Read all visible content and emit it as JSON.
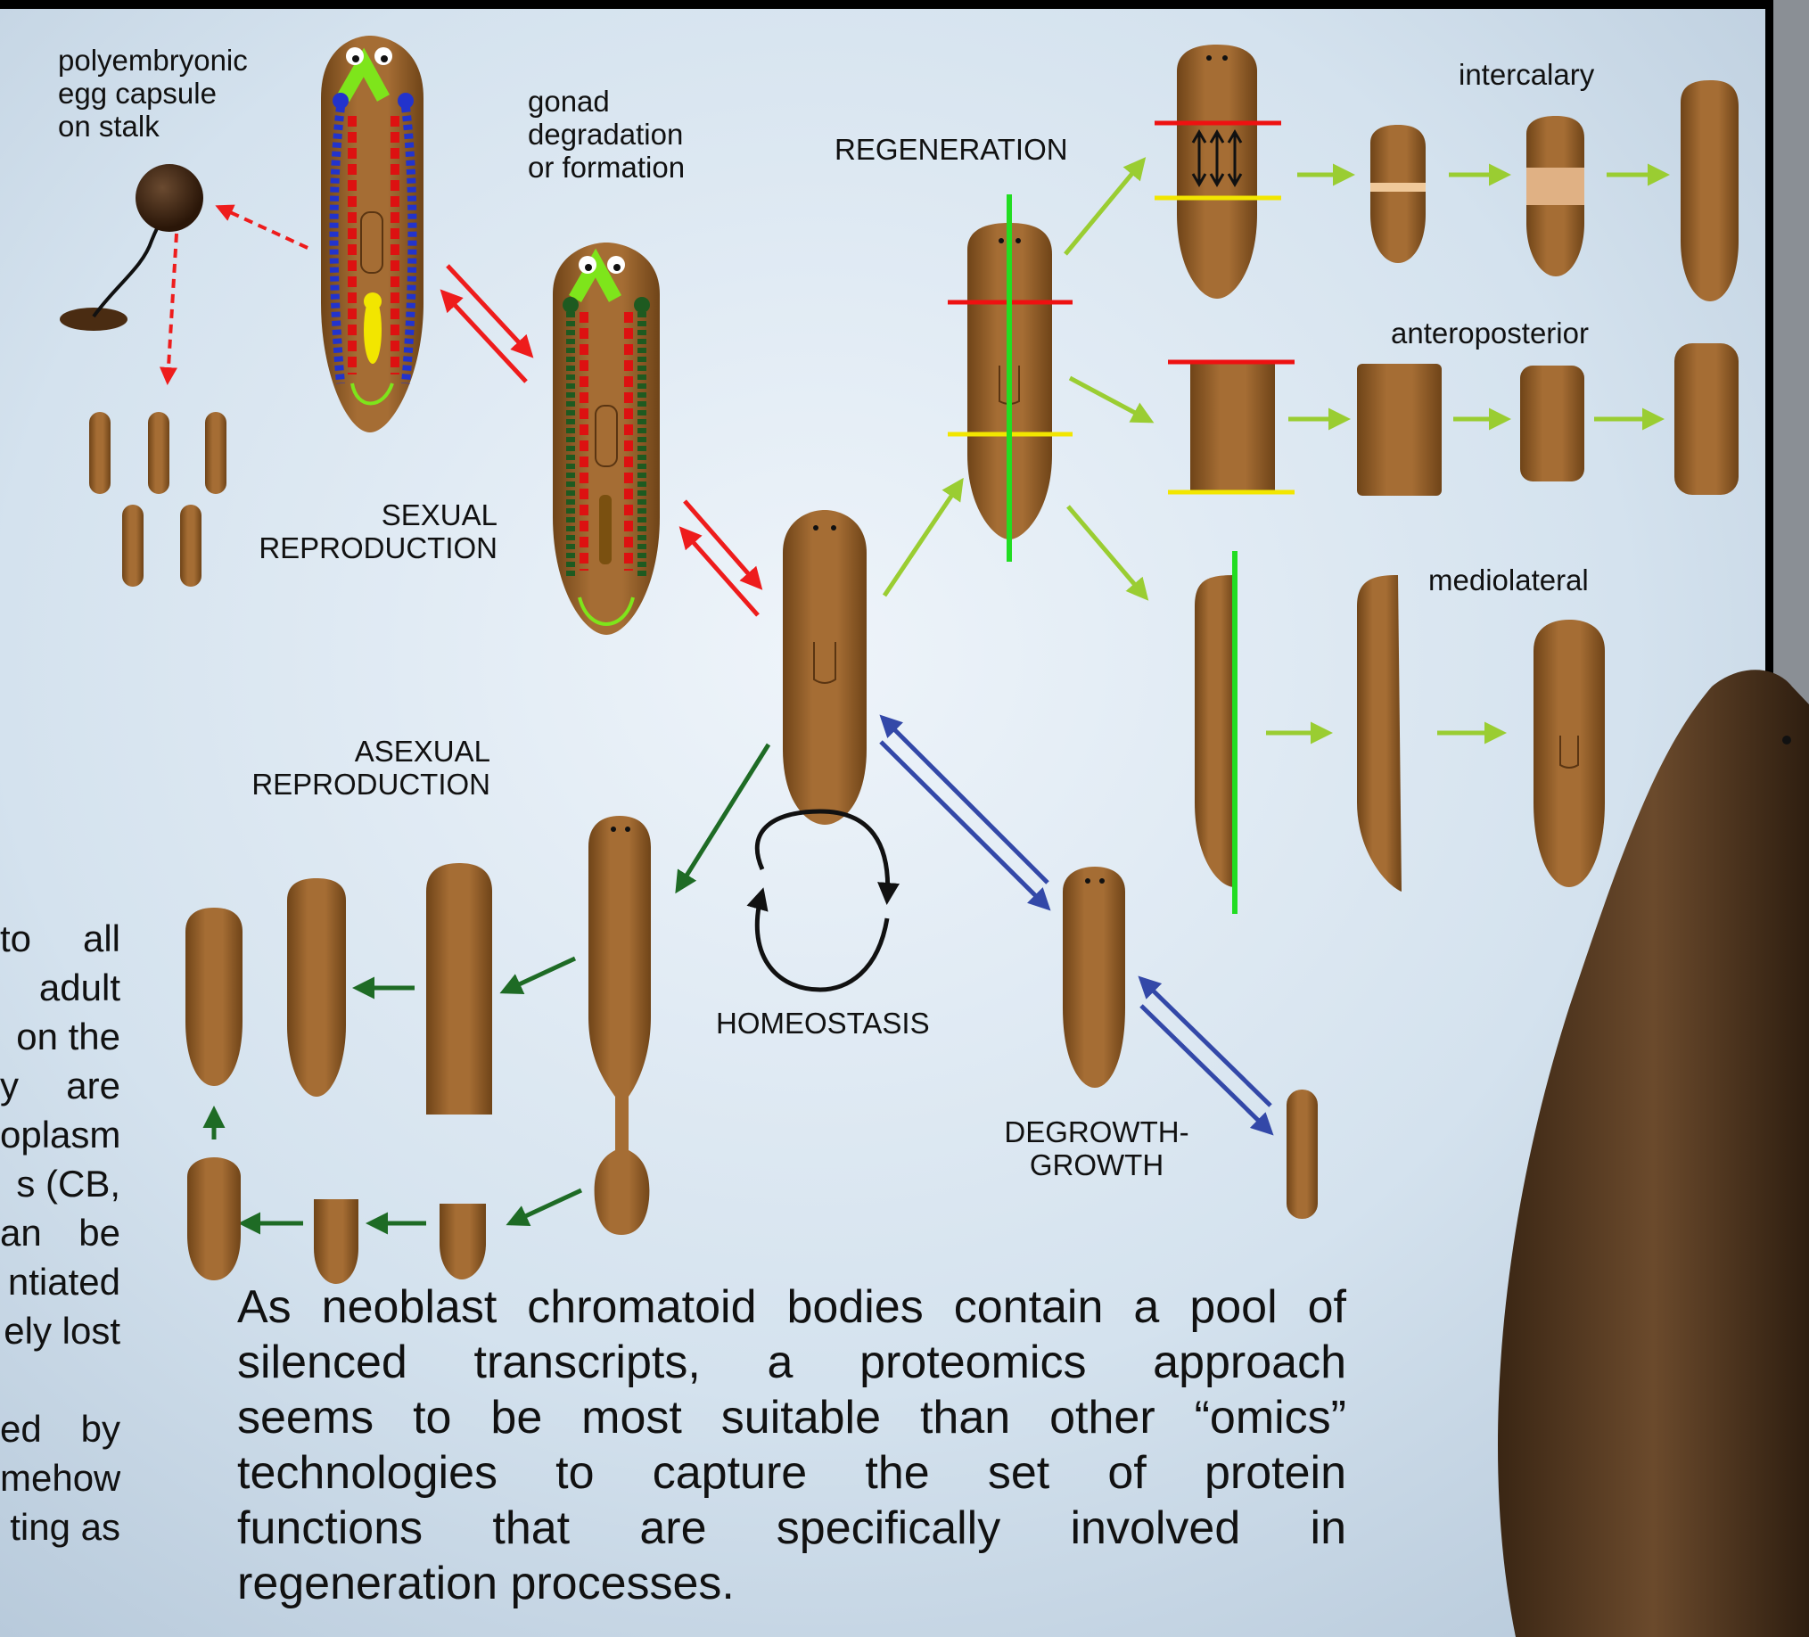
{
  "labels": {
    "egg_capsule": "polyembryonic\negg capsule\non stalk",
    "gonad": "gonad\ndegradation\nor formation",
    "regeneration": "REGENERATION",
    "intercalary": "intercalary",
    "anteroposterior": "anteroposterior",
    "mediolateral": "mediolateral",
    "sexual_reproduction": "SEXUAL\nREPRODUCTION",
    "asexual_reproduction": "ASEXUAL\nREPRODUCTION",
    "homeostasis": "HOMEOSTASIS",
    "degrowth_growth": "DEGROWTH-\nGROWTH"
  },
  "body_text_lines": [
    "As neoblast chromatoid bodies contain a pool of",
    "silenced transcripts, a proteomics approach",
    "seems to be most suitable than other “omics”",
    "technologies to capture the set of protein",
    "functions that are specifically involved in",
    "regeneration processes."
  ],
  "left_fragment_lines": [
    "to  all",
    "adult",
    "on the",
    "y  are",
    "oplasm",
    "s (CB,",
    "an  be",
    "ntiated",
    "ely lost",
    "",
    "ed  by",
    "mehow",
    "ting as"
  ],
  "colors": {
    "worm": "#9a6530",
    "regeneration_arrows": "#9acd32",
    "sexual_arrows": "#ee1c1c",
    "asexual_arrows": "#1e6b25",
    "growth_arrows": "#3348a8",
    "cut_anterior": "#ee1111",
    "cut_posterior": "#f2e600",
    "cut_midline": "#22dd22"
  }
}
